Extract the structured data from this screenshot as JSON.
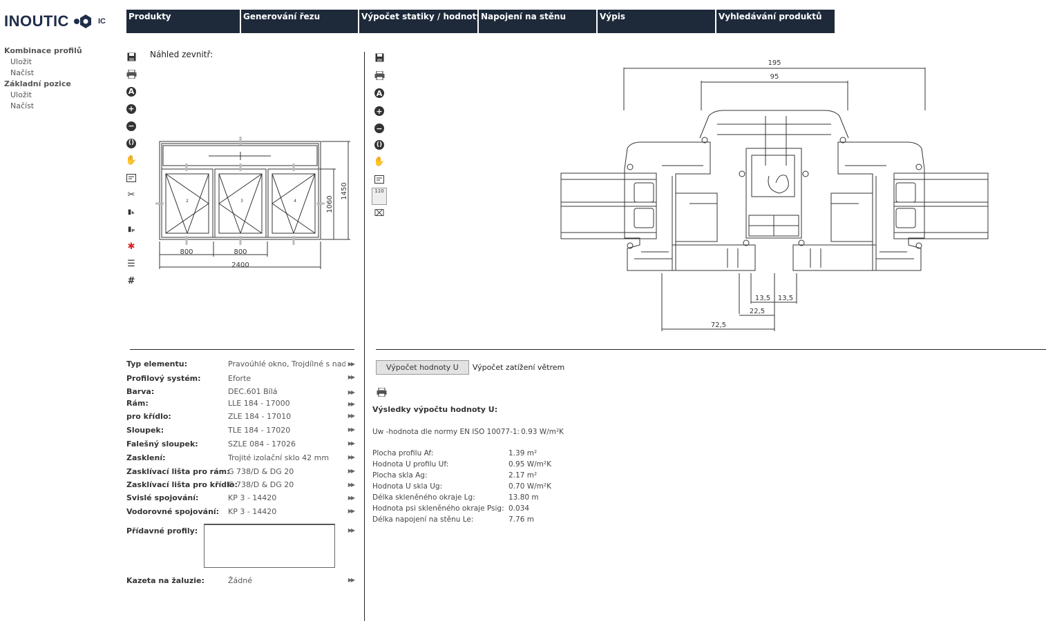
{
  "brand": {
    "name": "INOUTIC",
    "suffix": "IC"
  },
  "nav": {
    "tabs": [
      "Produkty",
      "Generování řezu",
      "Výpočet statiky / hodnoty U",
      "Napojení na stěnu",
      "Výpis",
      "Vyhledávání produktů"
    ]
  },
  "sidebar": {
    "group1": "Kombinace profilů",
    "group1_save": "Uložit",
    "group1_load": "Načíst",
    "group2": "Základní pozice",
    "group2_save": "Uložit",
    "group2_load": "Načíst"
  },
  "preview": {
    "title": "Náhled zevnitř:",
    "dim_width_1": "800",
    "dim_width_2": "800",
    "dim_total": "2400",
    "dim_height_inner": "1060",
    "dim_height_total": "1450",
    "sash_1": "2",
    "sash_2": "3",
    "sash_3": "4"
  },
  "section": {
    "dim_195": "195",
    "dim_95": "95",
    "dim_13_5_a": "13,5",
    "dim_13_5_b": "13,5",
    "dim_22_5": "22,5",
    "dim_72_5": "72,5",
    "tool_110": "110"
  },
  "props": {
    "type": {
      "label": "Typ elementu:",
      "value": "Pravoúhlé okno, Trojdílné s nadsvětlíkem"
    },
    "system": {
      "label": "Profilový systém:",
      "value": "Eforte"
    },
    "color": {
      "label": "Barva:",
      "value": "DEC.601 Bílá"
    },
    "frame": {
      "label": "Rám:",
      "value": "LLE 184 - 17000"
    },
    "sash": {
      "label": "pro křídlo:",
      "value": "ZLE 184 - 17010"
    },
    "mullion": {
      "label": "Sloupek:",
      "value": "TLE 184 - 17020"
    },
    "false_mullion": {
      "label": "Falešný sloupek:",
      "value": "SZLE 084 - 17026"
    },
    "glazing": {
      "label": "Zasklení:",
      "value": "Trojité izolační sklo 42 mm"
    },
    "bead_frame": {
      "label": "Zasklívací lišta pro rám:",
      "value": "G 738/D & DG 20"
    },
    "bead_sash": {
      "label": "Zasklívací lišta pro křídlo:",
      "value": "G 738/D & DG 20"
    },
    "vjoin": {
      "label": "Svislé spojování:",
      "value": "KP 3 - 14420"
    },
    "hjoin": {
      "label": "Vodorovné spojování:",
      "value": "KP 3 - 14420"
    },
    "extra": {
      "label": "Přídavné profily:"
    },
    "shutter": {
      "label": "Kazeta na žaluzie:",
      "value": "Žádné"
    }
  },
  "results": {
    "tab_u": "Výpočet hodnoty U",
    "tab_wind": "Výpočet zatížení větrem",
    "heading": "Výsledky výpočtu hodnoty U:",
    "uw_label": "Uw -hodnota dle normy EN ISO 10077-1:",
    "uw_value": "0.93 W/m²K",
    "rows": [
      {
        "label": "Plocha profilu Af:",
        "value": "1.39  m²"
      },
      {
        "label": "Hodnota U profilu Uf:",
        "value": "0.95 W/m²K"
      },
      {
        "label": "Plocha skla Ag:",
        "value": "2.17 m²"
      },
      {
        "label": "Hodnota U skla Ug:",
        "value": "0.70 W/m²K"
      },
      {
        "label": "Délka skleněného okraje Lg:",
        "value": "13.80 m"
      },
      {
        "label": "Hodnota psi skleněného okraje Psig:",
        "value": "0.034"
      },
      {
        "label": "Délka napojení na stěnu Le:",
        "value": "7.76 m"
      }
    ]
  }
}
